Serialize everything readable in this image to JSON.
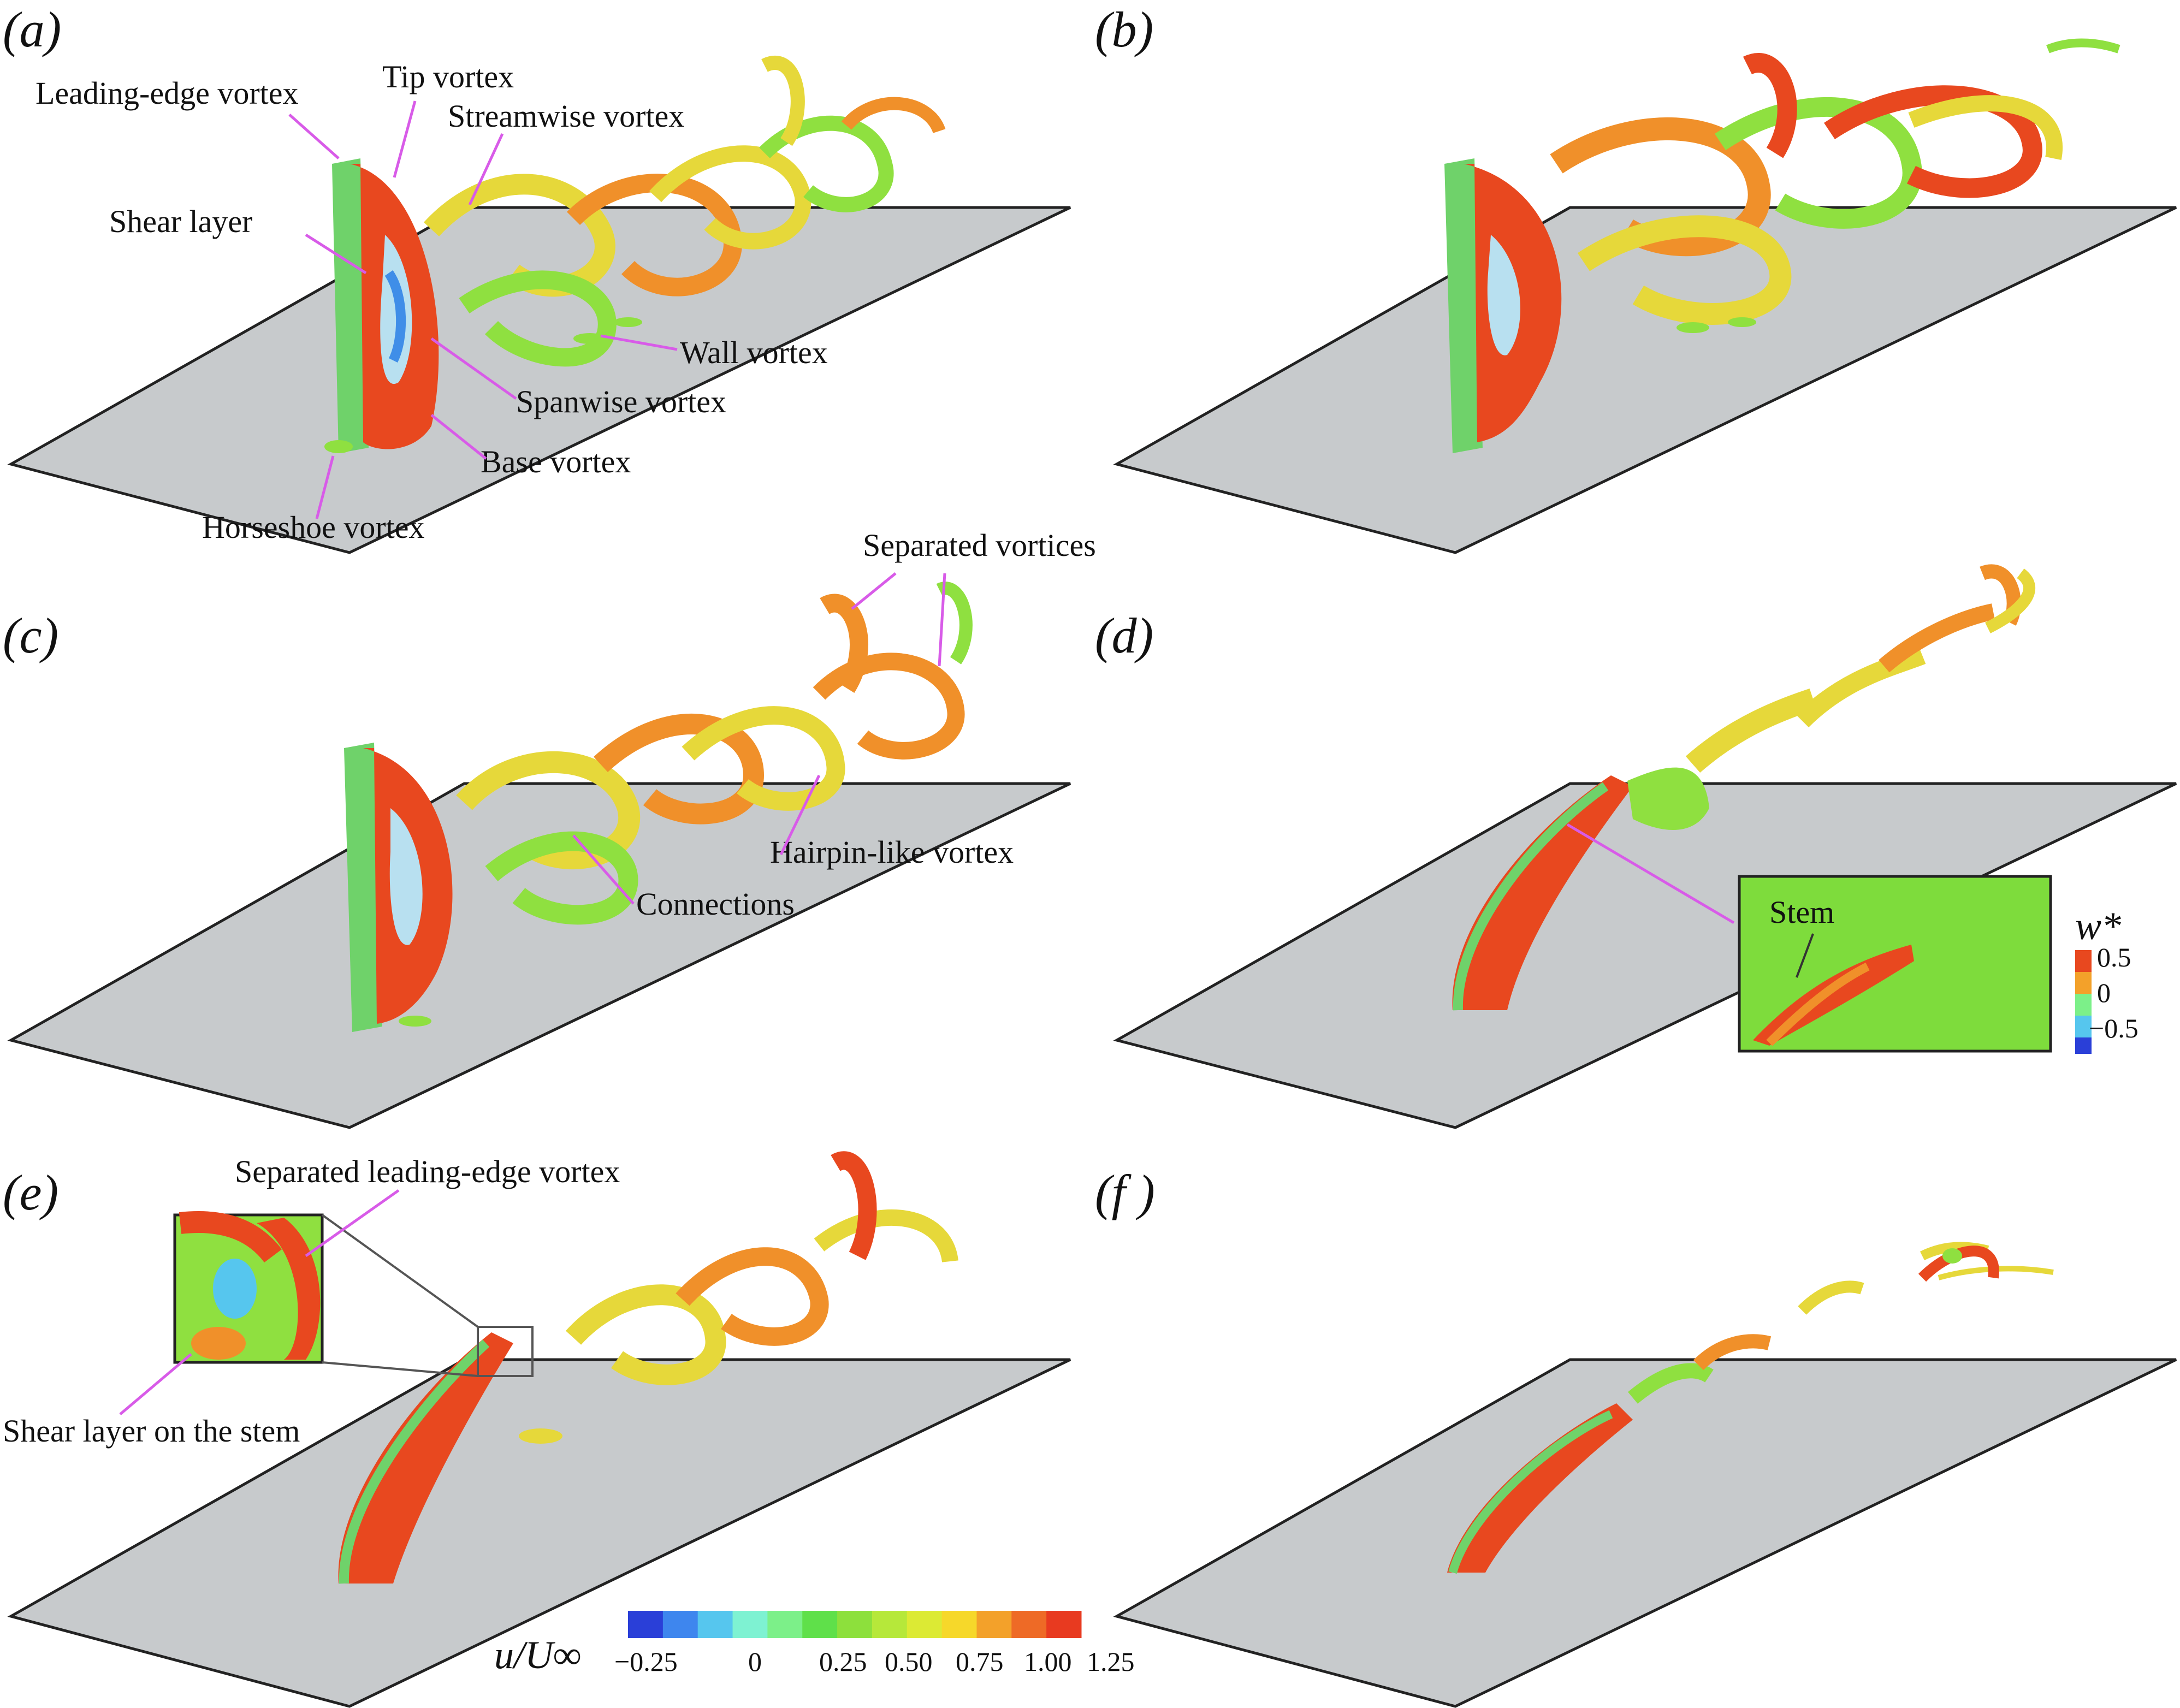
{
  "panels": [
    {
      "id": "a",
      "label": "(a)"
    },
    {
      "id": "b",
      "label": "(b)"
    },
    {
      "id": "c",
      "label": "(c)"
    },
    {
      "id": "d",
      "label": "(d)"
    },
    {
      "id": "e",
      "label": "(e)"
    },
    {
      "id": "f",
      "label": "(f )"
    }
  ],
  "annotations": {
    "a": {
      "leading_edge_vortex": "Leading-edge vortex",
      "tip_vortex": "Tip vortex",
      "streamwise_vortex": "Streamwise vortex",
      "shear_layer": "Shear layer",
      "wall_vortex": "Wall vortex",
      "spanwise_vortex": "Spanwise vortex",
      "base_vortex": "Base vortex",
      "horseshoe_vortex": "Horseshoe vortex"
    },
    "c": {
      "separated_vortices": "Separated vortices",
      "hairpin_like_vortex": "Hairpin-like vortex",
      "connections": "Connections"
    },
    "d": {
      "stem": "Stem",
      "inset_title": "w*",
      "inset_ticks": [
        "0.5",
        "0",
        "−0.5"
      ]
    },
    "e": {
      "separated_leading_edge_vortex": "Separated leading-edge vortex",
      "shear_layer_on_stem": "Shear layer on the stem"
    }
  },
  "colorbar": {
    "title": "u/U∞",
    "ticks": [
      "−0.25",
      "0",
      "0.25",
      "0.50",
      "0.75",
      "1.00",
      "1.25"
    ],
    "colors": [
      "#2a3fd8",
      "#3e86ee",
      "#56c6ee",
      "#7ef2d2",
      "#7cf089",
      "#5fe04a",
      "#8de03c",
      "#b6e83a",
      "#dcea34",
      "#f6d82a",
      "#f3a12a",
      "#ee6a26",
      "#e83a20"
    ]
  },
  "colors": {
    "plate": "#c7cacc",
    "arrow": "#d85be8",
    "vortex_red": "#e8481f",
    "vortex_orange": "#f0902a",
    "vortex_yellow": "#e6d83a",
    "vortex_green": "#8fe040",
    "vortex_blue": "#3f8ee8"
  }
}
